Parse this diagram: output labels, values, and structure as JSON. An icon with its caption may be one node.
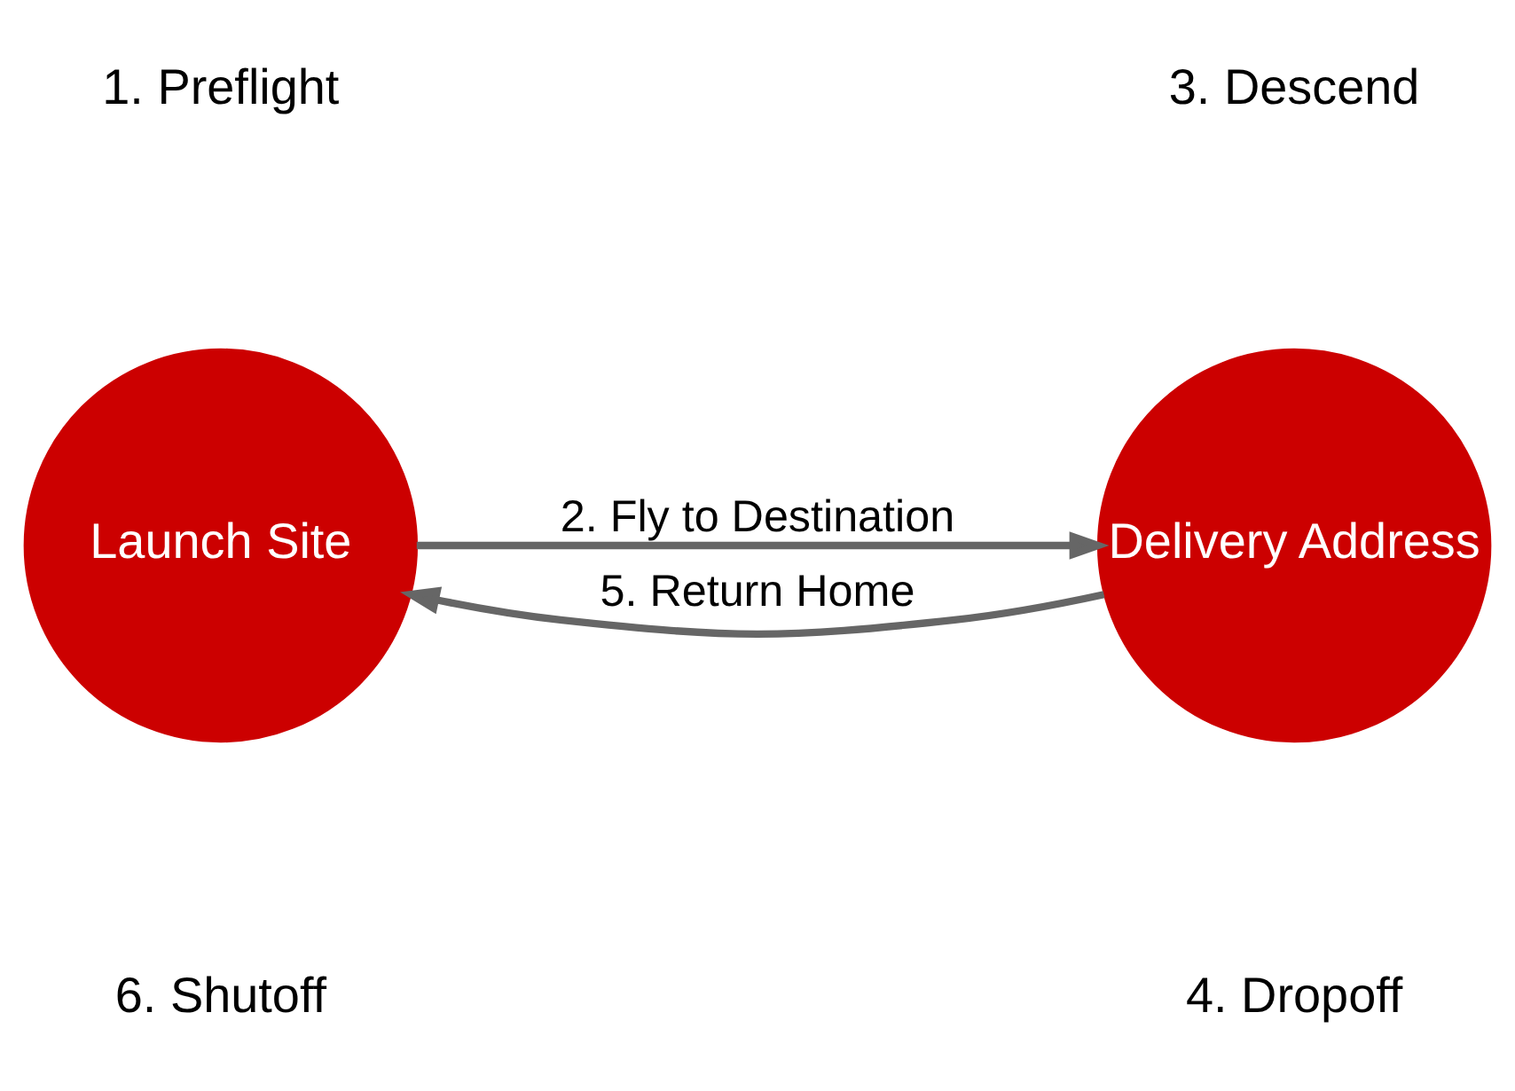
{
  "diagram": {
    "nodes": [
      {
        "text": [
          "Launch Site"
        ]
      },
      {
        "text": [
          "Delivery Address"
        ]
      }
    ],
    "edges": [
      {
        "from": 0,
        "to": 1,
        "arrow": "to",
        "label": "2. Fly to Destination"
      },
      {
        "from": 1,
        "to": 0,
        "arrow": "to",
        "label": "5. Return Home"
      }
    ],
    "labels": [
      "1. Preflight",
      "3. Descend",
      "6. Shutoff",
      "4. Dropoff"
    ]
  }
}
